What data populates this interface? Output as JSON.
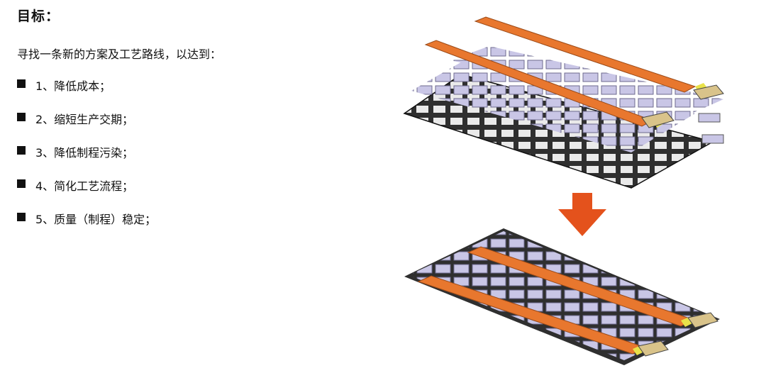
{
  "heading": "目标：",
  "intro": "寻找一条新的方案及工艺路线，以达到：",
  "goals": [
    "1、降低成本；",
    "2、缩短生产交期；",
    "3、降低制程污染；",
    "4、简化工艺流程；",
    "5、质量（制程）稳定；"
  ],
  "colors": {
    "frame": "#2f2f2f",
    "busbar": "#e8772e",
    "arrow": "#e4521c",
    "cell": "#c9c6e6",
    "connector": "#d9c38a"
  }
}
